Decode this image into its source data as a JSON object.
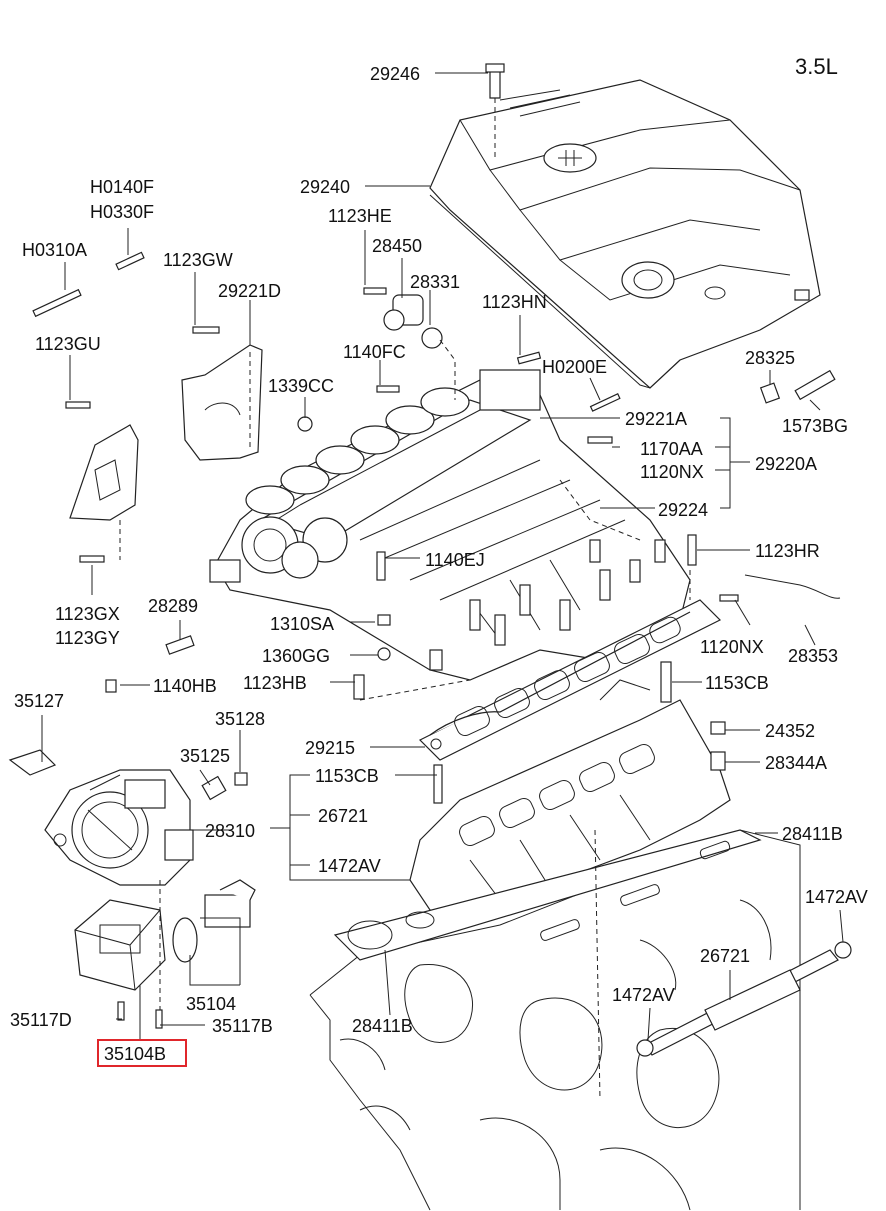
{
  "engine_label": "3.5L",
  "highlight_color": "#e0262b",
  "labels": {
    "p29246": "29246",
    "p29240": "29240",
    "pH0140F": "H0140F",
    "pH0330F": "H0330F",
    "pH0310A": "H0310A",
    "p1123HE": "1123HE",
    "p28450": "28450",
    "p28331": "28331",
    "p1123GW": "1123GW",
    "p29221D": "29221D",
    "p1123HN": "1123HN",
    "p1123GU": "1123GU",
    "p1140FC": "1140FC",
    "pH0200E": "H0200E",
    "p28325": "28325",
    "p1339CC": "1339CC",
    "p1573BG": "1573BG",
    "p29221A": "29221A",
    "p1170AA": "1170AA",
    "p1120NX_a": "1120NX",
    "p29220A": "29220A",
    "p29224": "29224",
    "p1140EJ": "1140EJ",
    "p1123HR": "1123HR",
    "p1123GX": "1123GX",
    "p1123GY": "1123GY",
    "p28289": "28289",
    "p1310SA": "1310SA",
    "p1120NX_b": "1120NX",
    "p28353": "28353",
    "p1360GG": "1360GG",
    "p1140HB": "1140HB",
    "p1123HB": "1123HB",
    "p1153CB_a": "1153CB",
    "p35127": "35127",
    "p35128": "35128",
    "p24352": "24352",
    "p29215": "29215",
    "p35125": "35125",
    "p28344A": "28344A",
    "p1153CB_b": "1153CB",
    "p28310": "28310",
    "p26721_a": "26721",
    "p28411B_a": "28411B",
    "p1472AV_a": "1472AV",
    "p1472AV_b": "1472AV",
    "p26721_b": "26721",
    "p35104": "35104",
    "p1472AV_c": "1472AV",
    "p35117D": "35117D",
    "p35117B": "35117B",
    "p28411B_b": "28411B",
    "p35104B": "35104B"
  }
}
